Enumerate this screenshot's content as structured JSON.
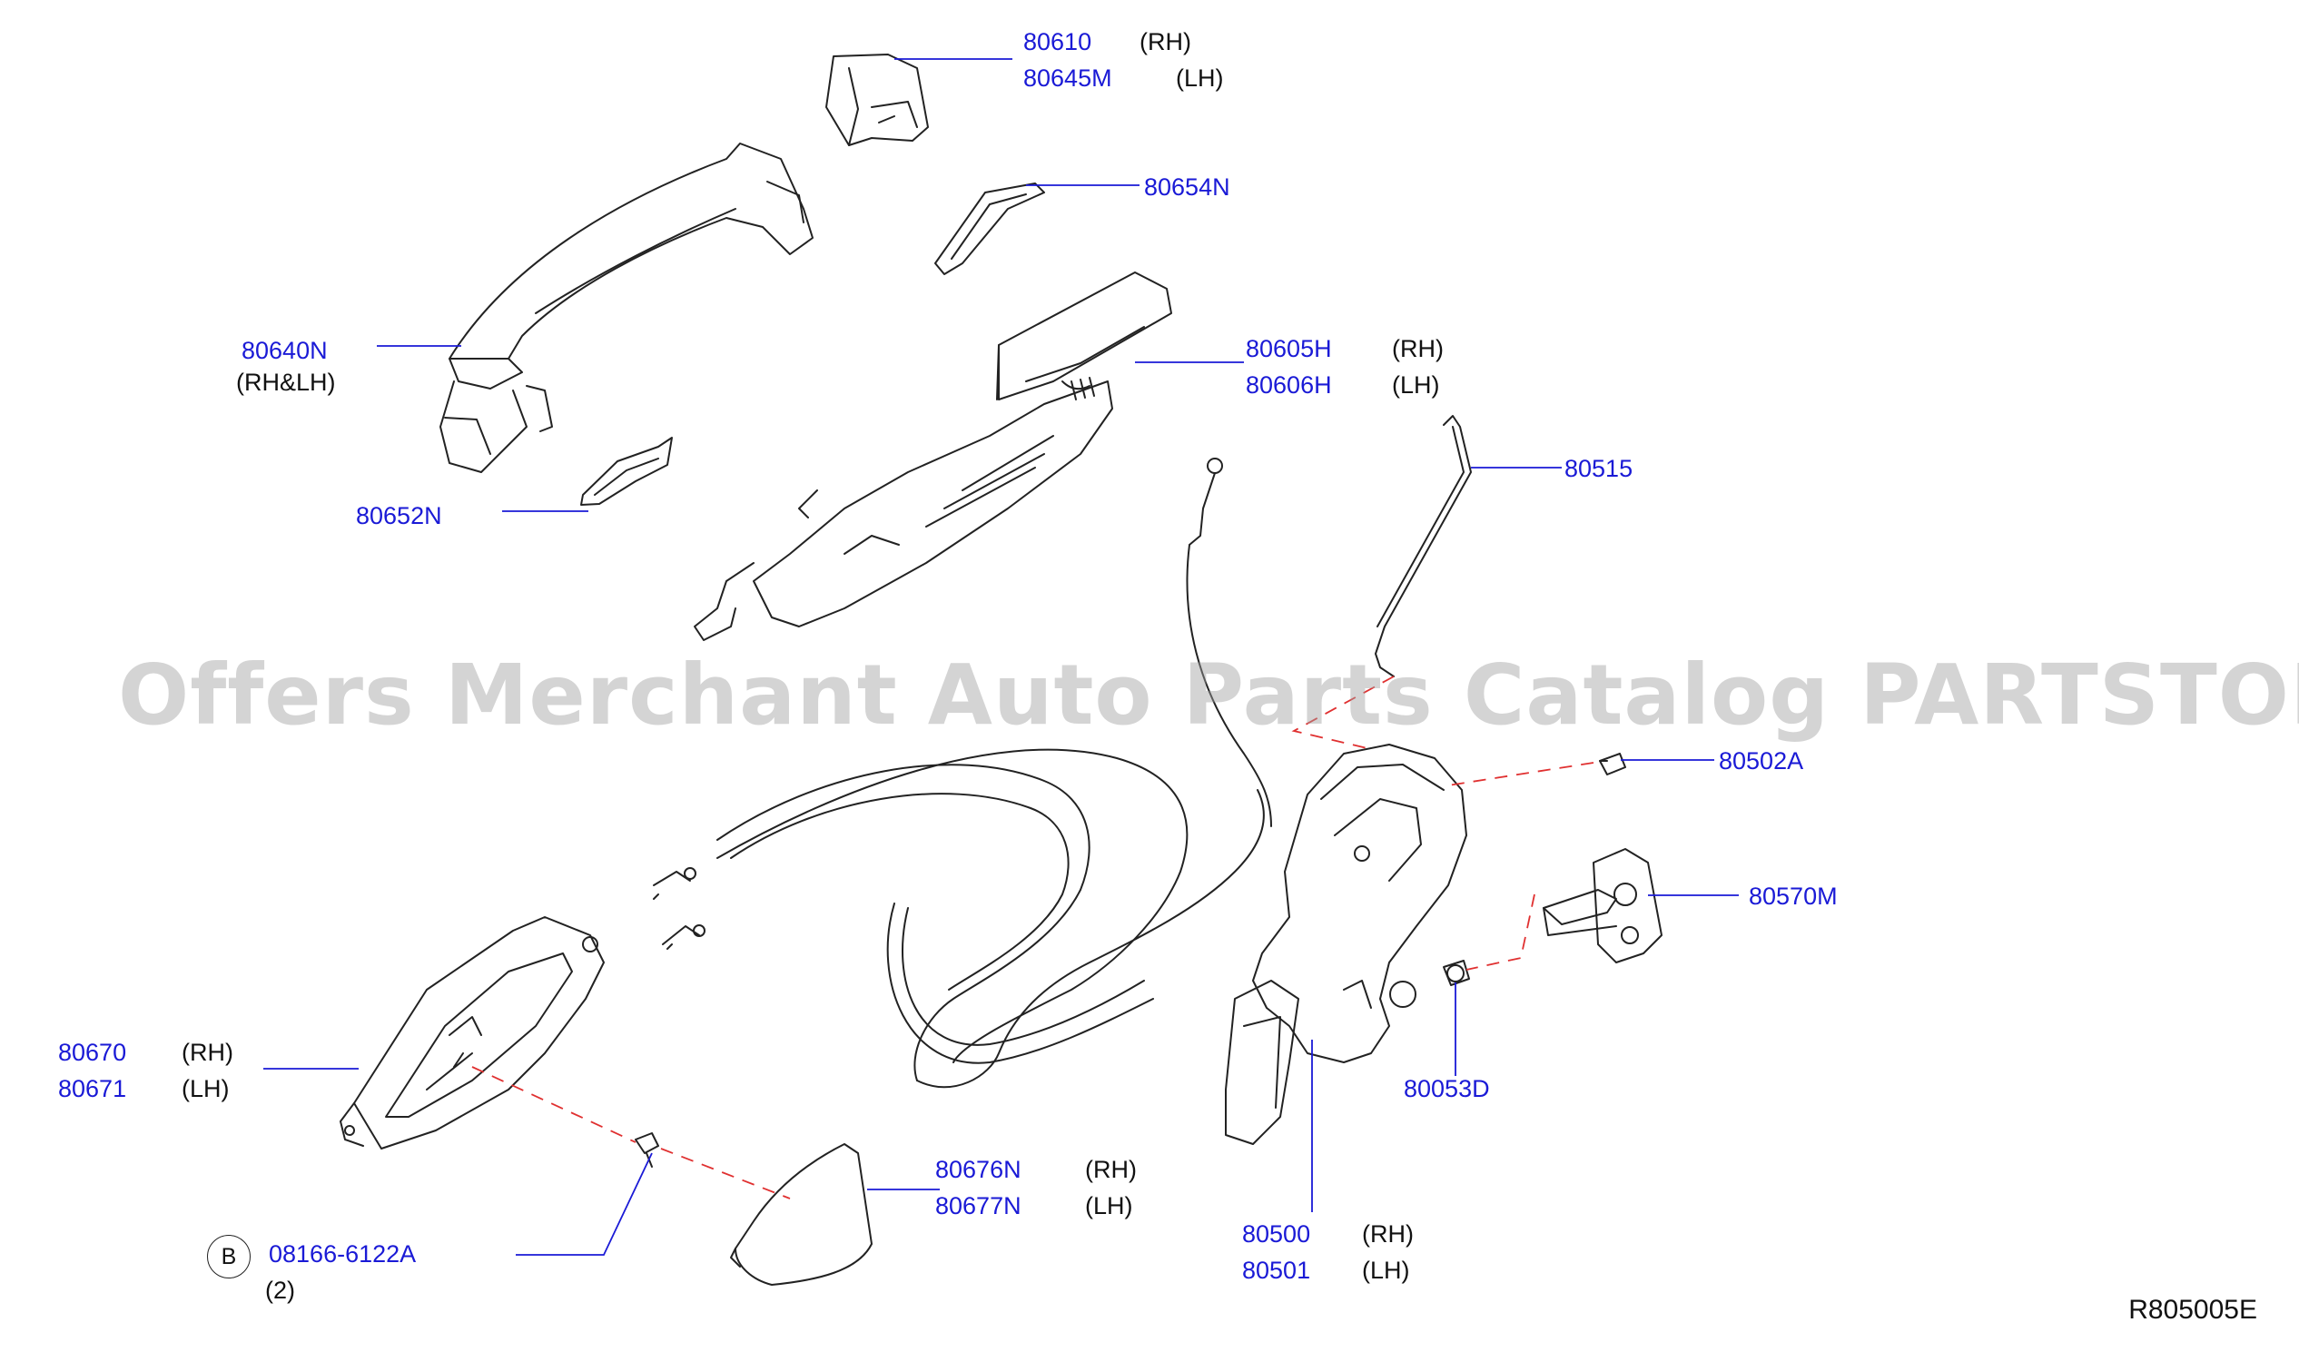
{
  "watermark": "Offers Merchant Auto Parts Catalog PARTSTORE.SA",
  "diagram_code": "R805005E",
  "circle_marker": "B",
  "colors": {
    "part_number": "#1a1ad6",
    "leader_line": "#1a1ad6",
    "dashed_line": "#e03030",
    "drawing": "#222222"
  },
  "callouts": {
    "p80610": "80610",
    "p80610_side": "(RH)",
    "p80645M": "80645M",
    "p80645M_side": "(LH)",
    "p80654N": "80654N",
    "p80640N": "80640N",
    "p80640N_side": "(RH&LH)",
    "p80605H": "80605H",
    "p80605H_side": "(RH)",
    "p80606H": "80606H",
    "p80606H_side": "(LH)",
    "p80515": "80515",
    "p80652N": "80652N",
    "p80502A": "80502A",
    "p80570M": "80570M",
    "p80053D": "80053D",
    "p80670": "80670",
    "p80670_side": "(RH)",
    "p80671": "80671",
    "p80671_side": "(LH)",
    "p80676N": "80676N",
    "p80676N_side": "(RH)",
    "p80677N": "80677N",
    "p80677N_side": "(LH)",
    "p08166": "08166-6122A",
    "p08166_qty": "(2)",
    "p80500": "80500",
    "p80500_side": "(RH)",
    "p80501": "80501",
    "p80501_side": "(LH)"
  }
}
